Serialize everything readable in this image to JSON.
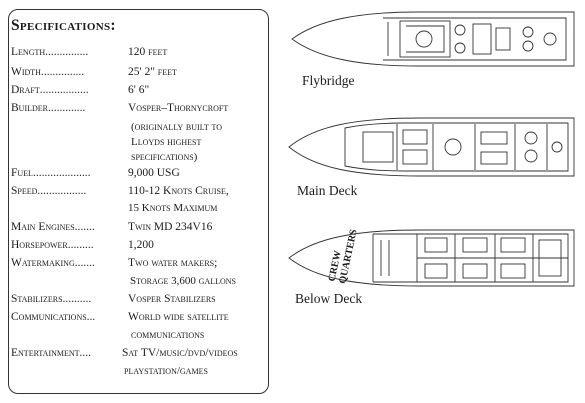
{
  "specs": {
    "title": "Specifications:",
    "rows": [
      {
        "label": "Length...............",
        "value": "120 feet"
      },
      {
        "label": "Width...............",
        "value": "25' 2\" feet"
      },
      {
        "label": "Draft.................",
        "value": "6' 6\""
      },
      {
        "label": "Builder.............",
        "value": "Vosper–Thornycroft",
        "extra": [
          "(originally built to",
          "Lloyds highest",
          "specifications)"
        ]
      },
      {
        "label": "Fuel....................",
        "value": "9,000 USG"
      },
      {
        "label": "Speed.................",
        "value": "110-12 Knots Cruise,",
        "extra": [
          "15 Knots Maximum"
        ]
      },
      {
        "label": "Main Engines.......",
        "value": "Twin MD 234V16"
      },
      {
        "label": "Horsepower.........",
        "value": "1,200"
      },
      {
        "label": "Watermaking.......",
        "value": "Two water makers;",
        "extra": [
          "Storage 3,600 gallons"
        ]
      },
      {
        "label": "Stabilizers..........",
        "value": "Vosper Stabilizers"
      },
      {
        "label": "Communications...",
        "value": "World wide satellite",
        "extra": [
          "communications"
        ]
      },
      {
        "label": "Entertainment....",
        "value": "Sat TV/music/dvd/videos",
        "extra": [
          "playstation/games"
        ]
      }
    ]
  },
  "decks": {
    "flybridge": "Flybridge",
    "main": "Main Deck",
    "below": "Below Deck",
    "crew_quarters": [
      "CREW",
      "QUARTERS"
    ]
  }
}
